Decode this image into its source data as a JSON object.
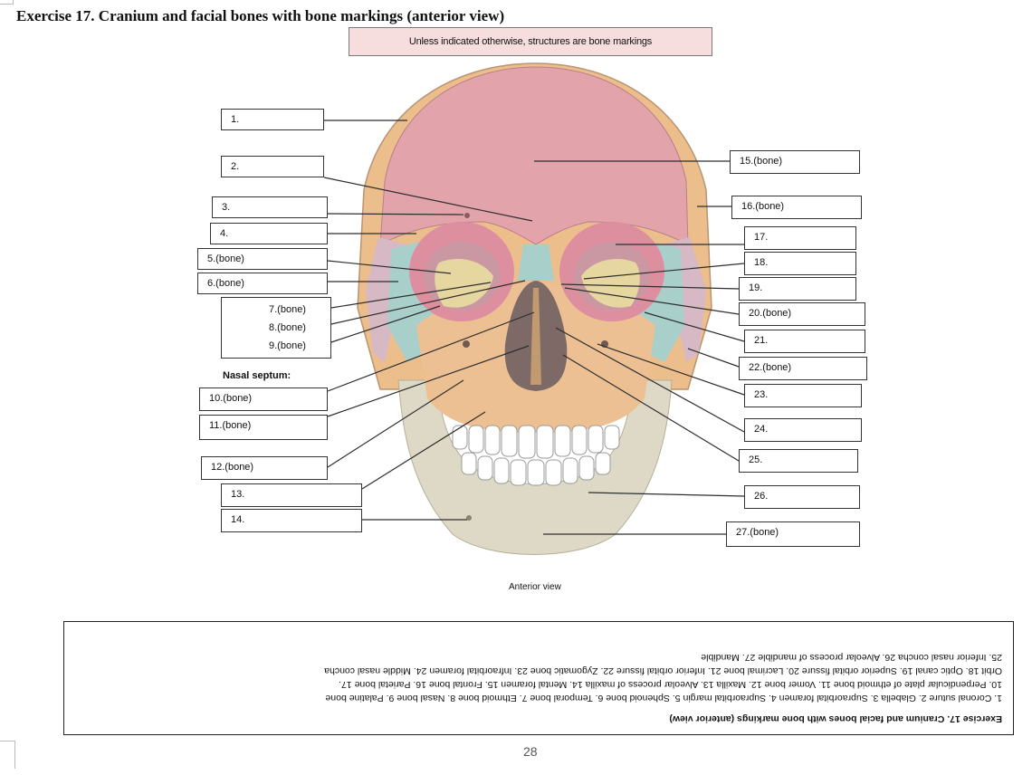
{
  "page": {
    "title": "Exercise 17. Cranium and facial bones with bone markings (anterior view)",
    "note": "Unless indicated otherwise, structures are bone markings",
    "nasal_septum_label": "Nasal septum:",
    "caption": "Anterior view",
    "page_number": "28"
  },
  "labels": {
    "l1": "1.",
    "l2": "2.",
    "l3": "3.",
    "l4": "4.",
    "l5": "5.(bone)",
    "l6": "6.(bone)",
    "l7": "7.(bone)",
    "l8": "8.(bone)",
    "l9": "9.(bone)",
    "l10": "10.(bone)",
    "l11": "11.(bone)",
    "l12": "12.(bone)",
    "l13": "13.",
    "l14": "14.",
    "l15": "15.(bone)",
    "l16": "16.(bone)",
    "l17": "17.",
    "l18": "18.",
    "l19": "19.",
    "l20": "20.(bone)",
    "l21": "21.",
    "l22": "22.(bone)",
    "l23": "23.",
    "l24": "24.",
    "l25": "25.",
    "l26": "26.",
    "l27": "27.(bone)"
  },
  "answer_key": {
    "heading": "Exercise 17. Cranium and facial bones with bone markings (anterior view)",
    "line1": "1. Coronal suture 2. Glabella 3. Supraorbital foramen 4. Supraorbital margin 5. Sphenoid bone 6. Temporal bone 7. Ethmoid bone 8. Nasal bone 9. Palatine bone",
    "line2": "10. Perpendicular plate of ethmoid bone 11. Vomer bone 12. Maxilla 13. Alveolar process of maxilla 14. Mental foramen 15. Frontal bone 16. Parietal bone 17.",
    "line3": "Orbit 18. Optic canal 19. Superior orbital fissure 20. Lacrimal bone 21. Inferior orbital fissure 22. Zygomatic bone 23. Infraorbital foramen 24. Middle nasal concha",
    "line4": "25. Inferior nasal concha 26. Alveolar process of mandible 27. Mandible"
  },
  "colors": {
    "frontal": "#e2a3ab",
    "parietal": "#ecbe8c",
    "sphenoid": "#d6b9c4",
    "zygomatic": "#a9cfcb",
    "maxilla": "#ecc093",
    "mandible": "#ded9c6",
    "orbit_fill": "#dd8f9f",
    "ethmoid": "#e6d6a0",
    "note_background": "#f6dede"
  }
}
